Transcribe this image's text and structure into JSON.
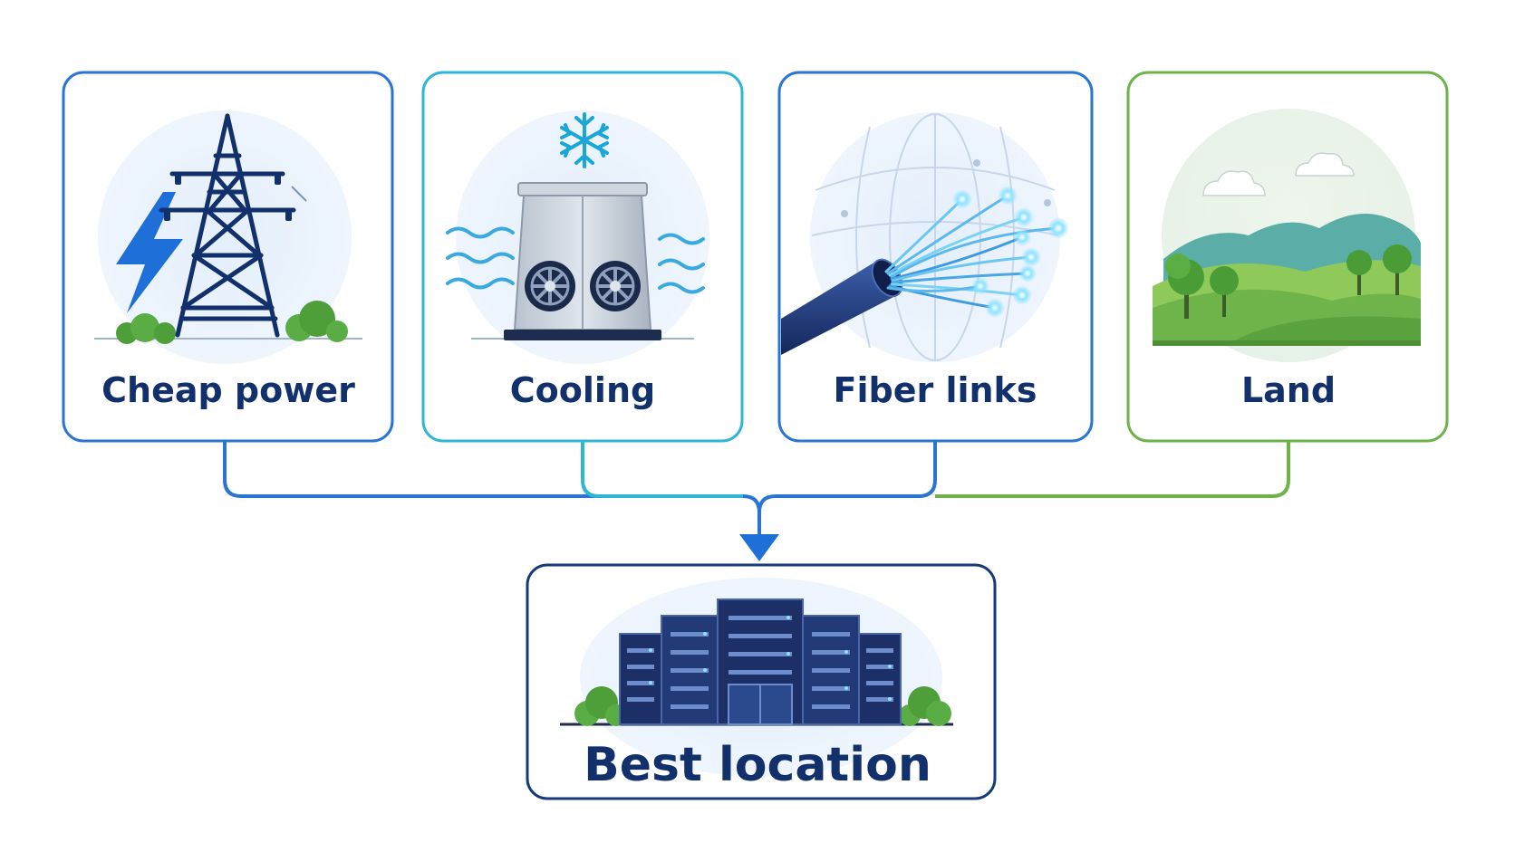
{
  "factors": [
    {
      "label": "Cheap power",
      "icon": "power-tower-icon",
      "border_color": "#2a74d4"
    },
    {
      "label": "Cooling",
      "icon": "cooling-unit-icon",
      "border_color": "#2fb5d6"
    },
    {
      "label": "Fiber links",
      "icon": "fiber-cable-icon",
      "border_color": "#2a74d4"
    },
    {
      "label": "Land",
      "icon": "landscape-icon",
      "border_color": "#6eb24a"
    }
  ],
  "result": {
    "label": "Best location",
    "icon": "data-center-icon",
    "border_color": "#173a78"
  },
  "colors": {
    "navy": "#12306b",
    "blue": "#1f6fd8",
    "cyan": "#2fb5d6",
    "green": "#6eb24a"
  }
}
